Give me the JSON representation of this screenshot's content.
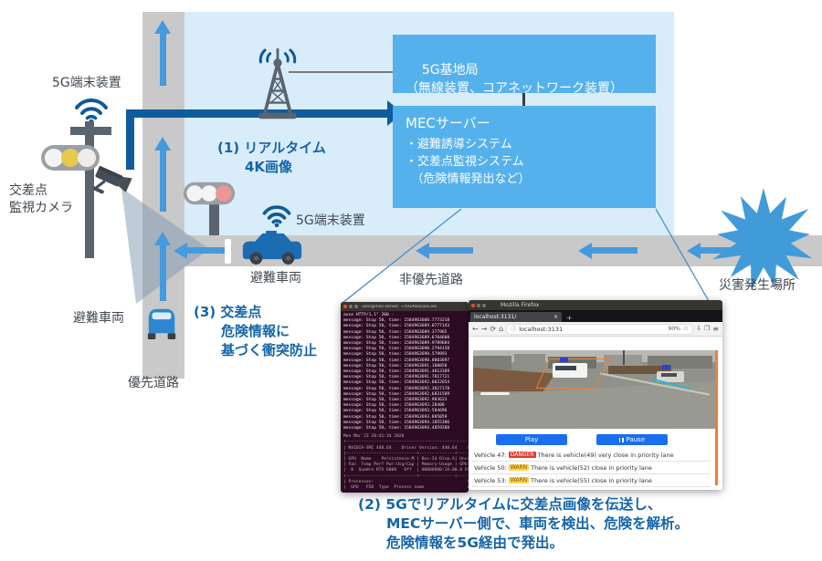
{
  "colors": {
    "panel_bg": "#d9ecfa",
    "box_blue": "#55b1ec",
    "road_gray": "#c9c9c9",
    "arrow_light_blue": "#4599dd",
    "arrow_dark_blue": "#0e5c9e",
    "step_text_blue": "#1565a8",
    "burst_blue": "#419bd9",
    "alert_red": "#e03b2f",
    "alert_yellow": "#ffd34d"
  },
  "diagram": {
    "base_station_box": [
      "5G基地局",
      "（無線装置、コアネットワーク装置）"
    ],
    "mec_box": {
      "title": "MECサーバー",
      "items": [
        "・避難誘導システム",
        "・交差点監視システム",
        "　（危険情報発出など）"
      ]
    },
    "labels": {
      "terminal_pole": "5G端末装置",
      "camera": [
        "交差点",
        "監視カメラ"
      ],
      "terminal_car": "5G端末装置",
      "evac_vehicle_mid": "避難車両",
      "evac_vehicle_left": "避難車両",
      "nonpriority_road": "非優先道路",
      "priority_road": "優先道路",
      "disaster_site": "災害発生場所"
    },
    "steps": {
      "step1": [
        "(1) リアルタイム",
        "　　4K画像"
      ],
      "step2": [
        "(2) 5Gでリアルタイムに交差点画像を伝送し、",
        "　　MECサーバー側で、車両を検出、危険を解析。",
        "　　危険情報を5G経由で発出。"
      ],
      "step3": [
        "(3) 交差点",
        "　　危険情報に",
        "　　基づく衝突防止"
      ]
    }
  },
  "terminal": {
    "title": "user@mec-server: ~/5G/RescueCom",
    "lines": [
      "ause HTTP/1.1\" 200 -",
      "message: Stop 50, time: 1584963688.7773218",
      "message: Stop 50, time: 1584963689.0777143",
      "message: Stop 50, time: 1584963689.377965",
      "message: Stop 50, time: 1584963689.6704608",
      "message: Stop 50, time: 1584963689.9789684",
      "message: Stop 50, time: 1584963690.2794158",
      "message: Stop 50, time: 1584963690.579893",
      "message: Stop 50, time: 1584963690.8803697",
      "message: Stop 50, time: 1584963691.180858",
      "message: Stop 50, time: 1584963691.4813389",
      "message: Stop 50, time: 1584963691.7817721",
      "message: Stop 50, time: 1584963692.0822654",
      "message: Stop 50, time: 1584963692.3827178",
      "message: Stop 50, time: 1584963692.6831589",
      "message: Stop 50, time: 1584963692.983623",
      "message: Stop 50, time: 1584963693.28408",
      "message: Stop 50, time: 1584963693.584696",
      "message: Stop 50, time: 1584963693.885059",
      "message: Stop 50, time: 1584963694.1855386",
      "message: Stop 50, time: 1584963694.4859288"
    ],
    "nvidia": [
      "Mon Mar 23 20:41:34 2020",
      "+-----------------------------------------------------------+",
      "| NVIDIA-SMI 440.64    Driver Version: 440.64    CUDA: 10.2 |",
      "|----------------------------+--------------+---------------+",
      "| GPU  Name    Persistence-M | Bus-Id Disp.A| Uncorr. ECC   |",
      "| Fan  Temp Perf Pwr:Usg/Cap | Memory-Usage | GPU-Util Comp |",
      "|  0  Quadro RTX 6000   Off  | 00000000:1A:00.0 Off     Off |",
      "+----------------------------+--------------+---------------+",
      "| Processes:                                     GPU Memory |",
      "|  GPU   PID  Type  Process name                 Usage      |"
    ]
  },
  "firefox": {
    "window_title": "Mozilla Firefox",
    "tab_title": "localhost:3131/",
    "tab_close": "×",
    "new_tab": "+",
    "url": "localhost:3131",
    "nav": {
      "back": "←",
      "forward": "→",
      "reload": "⟳",
      "home": "⌂",
      "shield": "ⓘ",
      "zoom": "90%",
      "star": "☆",
      "download": "⇩",
      "library": "❐",
      "menu": "≡"
    },
    "play": "Play",
    "pause": "Pause",
    "messages": [
      {
        "prefix": "Vehicle 47: ",
        "badge": "DANGER",
        "text": "There is vehicle(49) very close in priority lane"
      },
      {
        "prefix": "Vehicle 50: ",
        "badge": "WARN",
        "text": "There is vehicle(52) close in priority lane"
      },
      {
        "prefix": "Vehicle 53: ",
        "badge": "WARN",
        "text": "There is vehicle(55) close in priority lane"
      }
    ]
  }
}
